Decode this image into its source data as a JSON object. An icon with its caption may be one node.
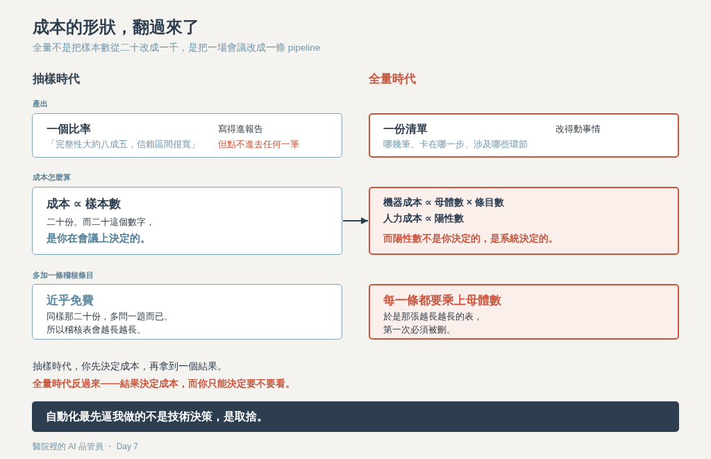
{
  "diagram": {
    "title": "成本的形狀，翻過來了",
    "nodes": [
      {
        "text": [
          "一個比率",
          "「完整性大約八成五，信賴區間很寬」",
          "寫得進報告",
          "但點不進去任何一筆"
        ]
      },
      {
        "text": [
          "一份清單",
          "哪幾筆、卡在哪一步、涉及哪些環節",
          "改得動事情"
        ]
      },
      {
        "text": [
          "成本 ∝ 樣本數",
          "二十份。而二十這個數字，",
          "是你在會議上決定的。"
        ]
      },
      {
        "text": [
          "機器成本 ∝ 母體數 × 條目數",
          "人力成本 ∝ **陽性數**",
          "而陽性數不是你決定的，是系統決定的。"
        ]
      },
      {
        "text": [
          "近乎免費",
          "同樣那二十份，多問一題而已。所以稽核表會越長越長。"
        ]
      },
      {
        "text": [
          "每一條都要乘上母體數",
          "於是那張越長越長的表，第一次必須被刪。"
        ]
      },
      {
        "text": [
          "自動化最先逼我做的不是技術決策，是取捨。"
        ]
      }
    ],
    "edges": [
      {
        "from": 2,
        "to": 3,
        "arrow": "to"
      }
    ],
    "labels": [
      "全量不是把樣本數從二十改成一千，是把一場會議改成一條 pipeline",
      "抽樣時代",
      "全量時代",
      "產出",
      "成本怎麼算",
      "多加一條稽核條目",
      "抽樣時代，你先決定成本，再拿到一個結果。",
      "全量時代反過來——結果決定成本，而你只能決定要不要看。",
      "醫院裡的 AI 品管員 ・ Day 7"
    ]
  }
}
